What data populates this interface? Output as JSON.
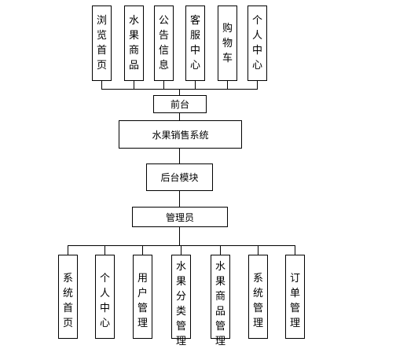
{
  "front_modules": [
    {
      "label": "浏览首页"
    },
    {
      "label": "水果商品"
    },
    {
      "label": "公告信息"
    },
    {
      "label": "客服中心"
    },
    {
      "label": "购物车"
    },
    {
      "label": "个人中心"
    }
  ],
  "front_label": "前台",
  "system_label": "水果销售系统",
  "backend_label": "后台模块",
  "admin_label": "管理员",
  "admin_modules": [
    {
      "label": "系统首页"
    },
    {
      "label": "个人中心"
    },
    {
      "label": "用户管理"
    },
    {
      "label": "水果分类管理"
    },
    {
      "label": "水果商品管理"
    },
    {
      "label": "系统管理"
    },
    {
      "label": "订单管理"
    }
  ]
}
